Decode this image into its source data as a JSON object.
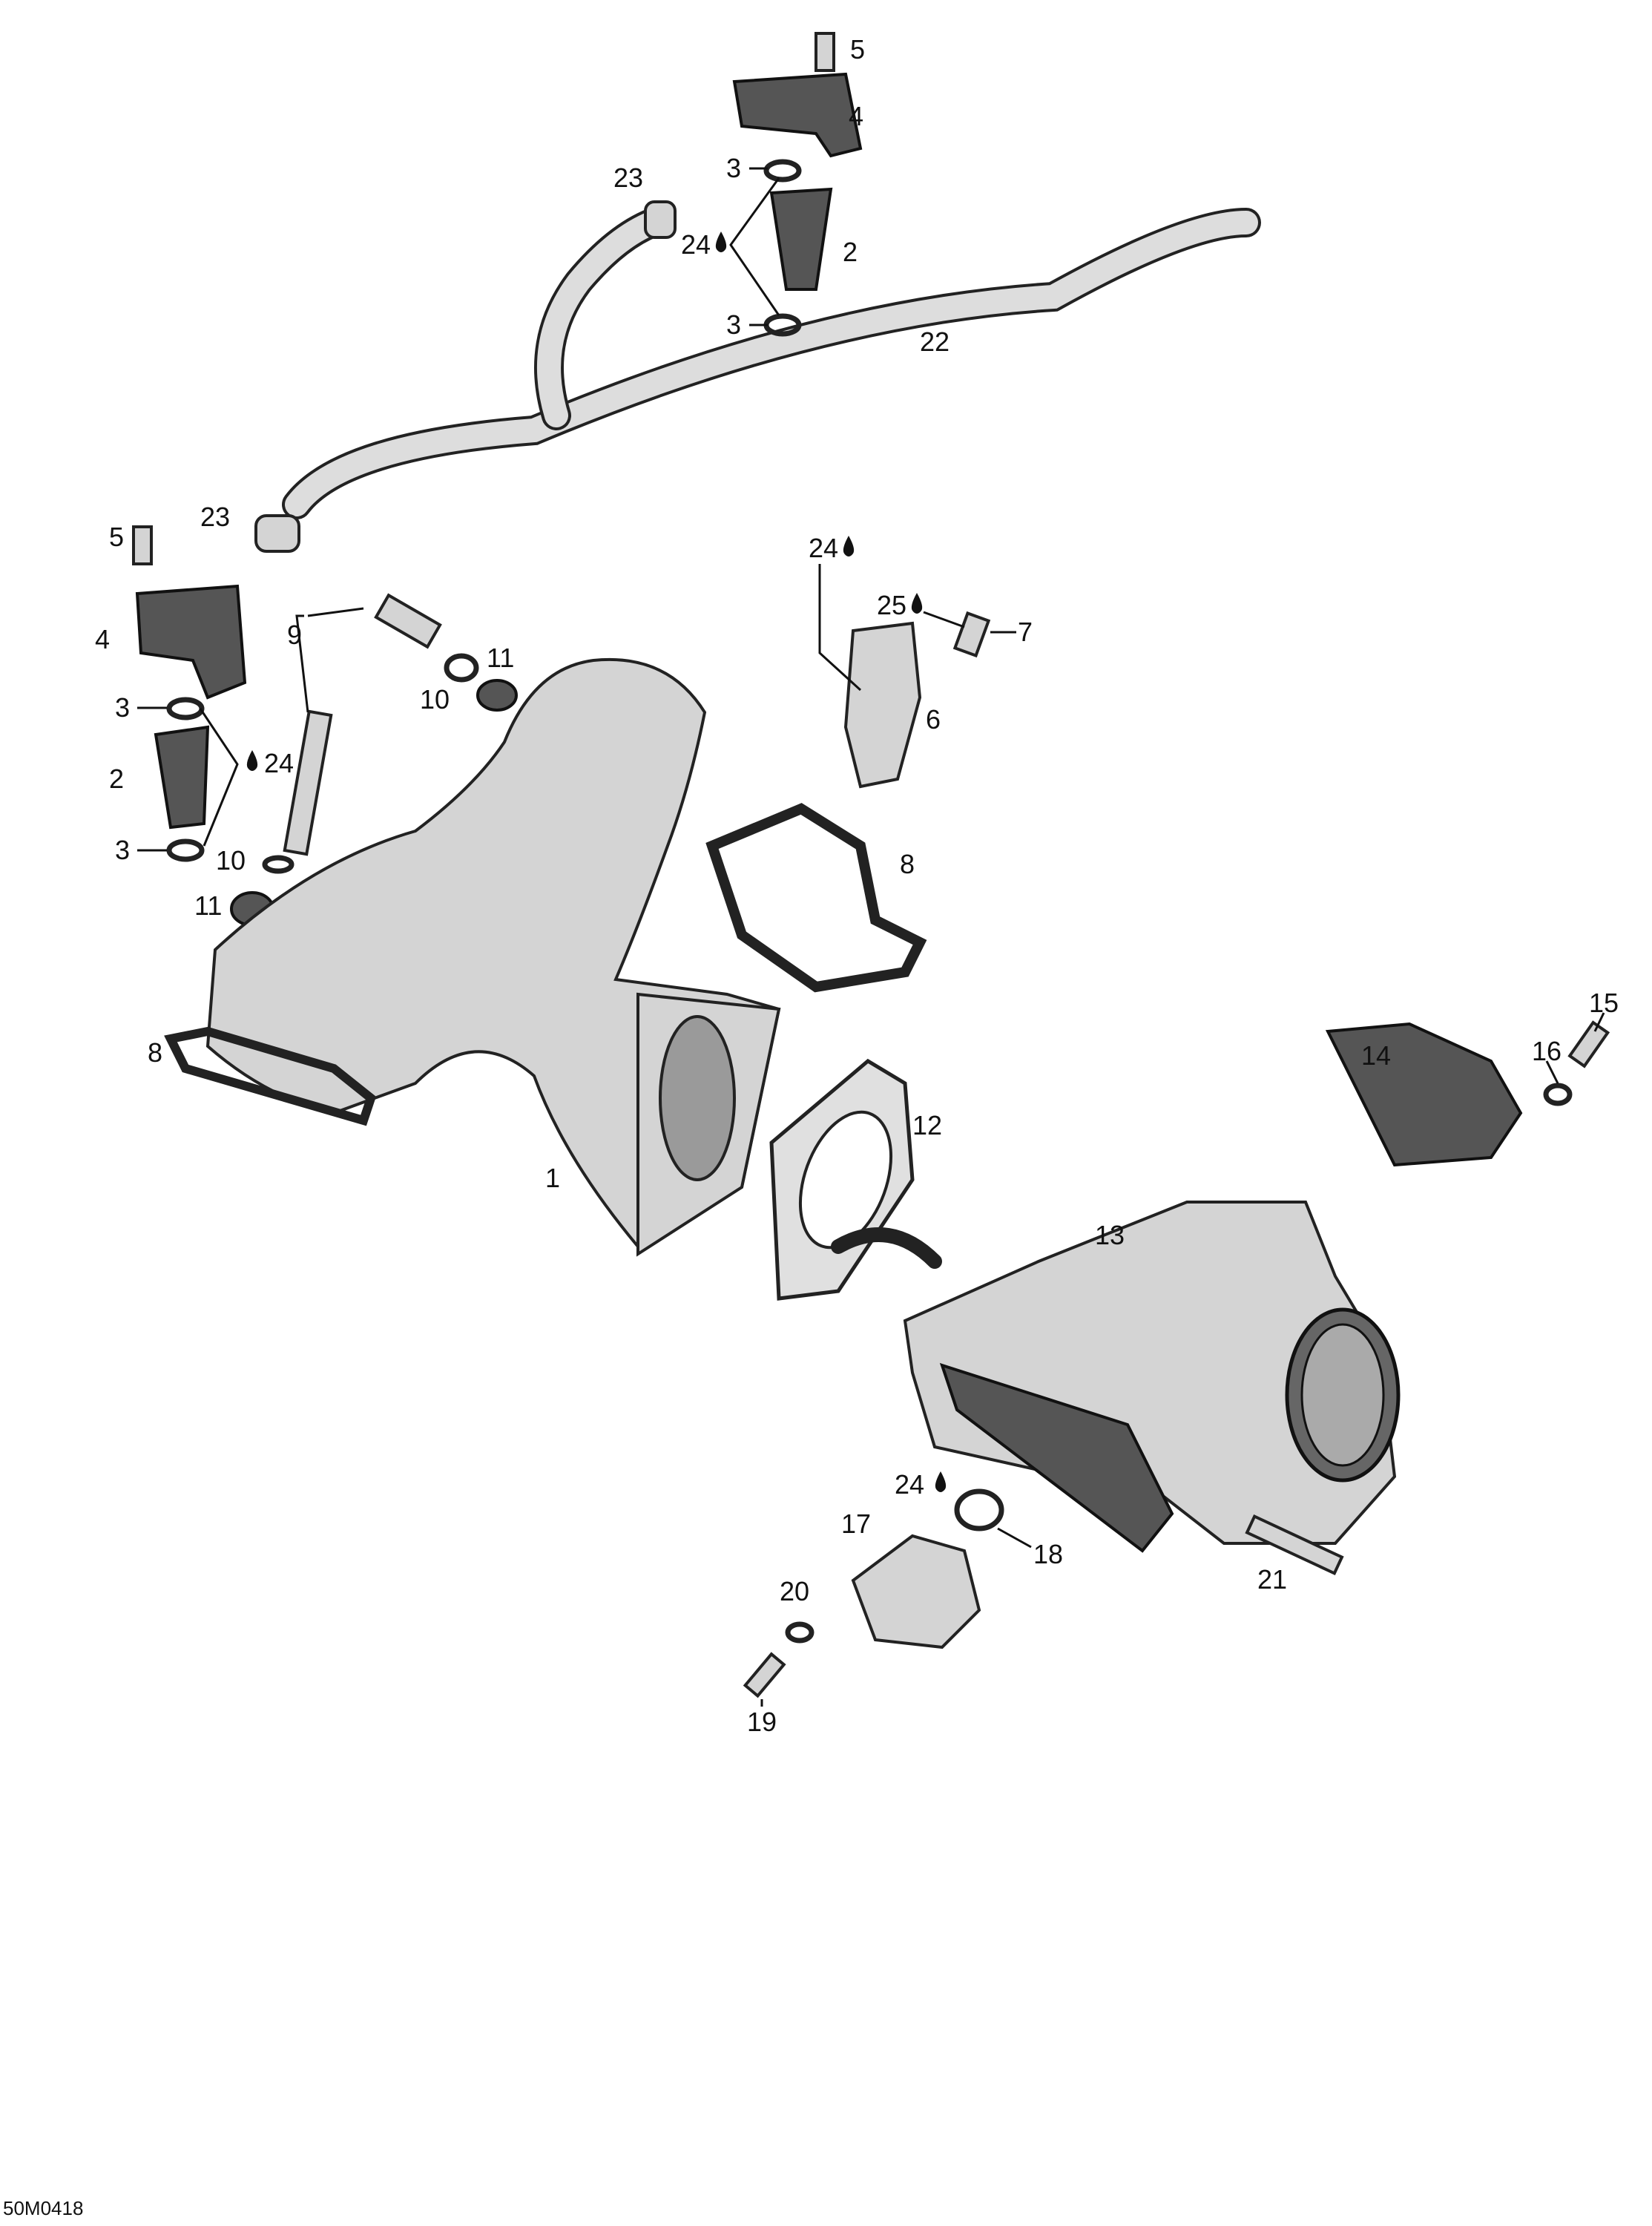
{
  "diagram_code": "50M0418",
  "callouts": {
    "c1": "1",
    "c2a": "2",
    "c2b": "2",
    "c3a": "3",
    "c3b": "3",
    "c3c": "3",
    "c3d": "3",
    "c4a": "4",
    "c4b": "4",
    "c5a": "5",
    "c5b": "5",
    "c6": "6",
    "c7": "7",
    "c8a": "8",
    "c8b": "8",
    "c9": "9",
    "c10a": "10",
    "c10b": "10",
    "c11a": "11",
    "c11b": "11",
    "c12": "12",
    "c13": "13",
    "c14": "14",
    "c15": "15",
    "c16": "16",
    "c17": "17",
    "c18": "18",
    "c19": "19",
    "c20": "20",
    "c21": "21",
    "c22": "22",
    "c23a": "23",
    "c23b": "23",
    "c24a": "24",
    "c24b": "24",
    "c24c": "24",
    "c24d": "24",
    "c25": "25"
  },
  "icons": {
    "drop": "lubricant-drop-icon"
  }
}
